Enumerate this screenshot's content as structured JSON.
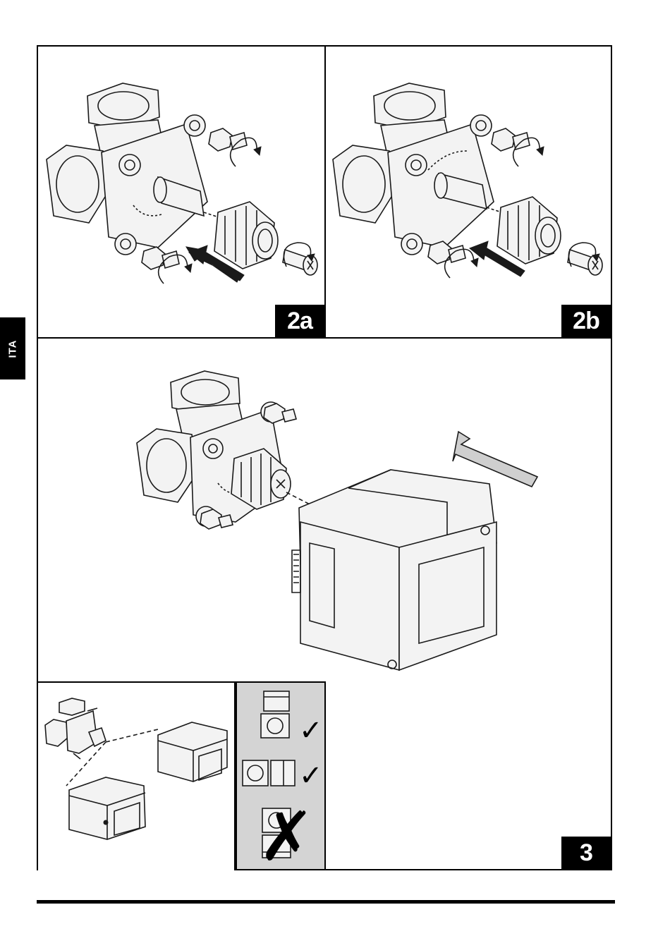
{
  "side_tab": {
    "text": "ITA"
  },
  "panels": {
    "panel_2a": {
      "label": "2a"
    },
    "panel_2b": {
      "label": "2b"
    },
    "panel_3": {
      "label": "3"
    }
  },
  "orientation_guide": {
    "items": [
      {
        "mark": "✓",
        "state": "allowed"
      },
      {
        "mark": "✓",
        "state": "allowed"
      },
      {
        "mark": "✗",
        "state": "not-allowed"
      }
    ]
  },
  "colors": {
    "ink": "#000000",
    "guide_bg": "#d4d4d4",
    "arrow_grey": "#cfcfcf"
  }
}
